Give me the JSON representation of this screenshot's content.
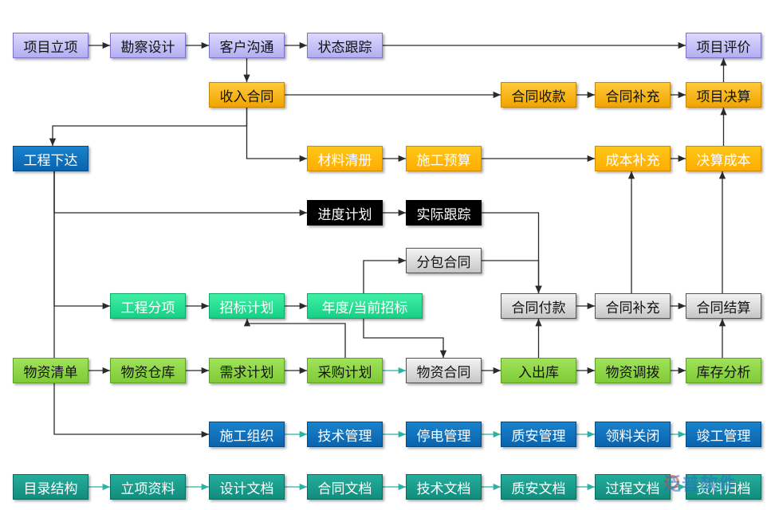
{
  "colors": {
    "lavender": "#c9c4fb",
    "orange": "#f6b400",
    "yellow": "#ffb300",
    "blue": "#0c6cb8",
    "black": "#000000",
    "gray": "#dcdcdc",
    "green": "#22e08f",
    "lime": "#8ed544",
    "teal": "#1a9c8c",
    "arrow_dark": "#2a2a2a",
    "arrow_teal": "#2ab3a3"
  },
  "nodes": [
    {
      "id": "n1",
      "label": "项目立项",
      "style": "lav"
    },
    {
      "id": "n2",
      "label": "勘察设计",
      "style": "lav"
    },
    {
      "id": "n3",
      "label": "客户沟通",
      "style": "lav"
    },
    {
      "id": "n4",
      "label": "状态跟踪",
      "style": "lav"
    },
    {
      "id": "n5",
      "label": "项目评价",
      "style": "lav"
    },
    {
      "id": "n6",
      "label": "收入合同",
      "style": "orange"
    },
    {
      "id": "n7",
      "label": "合同收款",
      "style": "orange"
    },
    {
      "id": "n8",
      "label": "合同补充",
      "style": "orange"
    },
    {
      "id": "n9",
      "label": "项目决算",
      "style": "orange"
    },
    {
      "id": "n10",
      "label": "工程下达",
      "style": "blue"
    },
    {
      "id": "n11",
      "label": "材料清册",
      "style": "yellow"
    },
    {
      "id": "n12",
      "label": "施工预算",
      "style": "yellow"
    },
    {
      "id": "n13",
      "label": "成本补充",
      "style": "yellow"
    },
    {
      "id": "n14",
      "label": "决算成本",
      "style": "yellow"
    },
    {
      "id": "n15",
      "label": "进度计划",
      "style": "black"
    },
    {
      "id": "n16",
      "label": "实际跟踪",
      "style": "black"
    },
    {
      "id": "n17",
      "label": "分包合同",
      "style": "gray"
    },
    {
      "id": "n18",
      "label": "工程分项",
      "style": "green"
    },
    {
      "id": "n19",
      "label": "招标计划",
      "style": "green"
    },
    {
      "id": "n20",
      "label": "年度/当前招标",
      "style": "green"
    },
    {
      "id": "n21",
      "label": "合同付款",
      "style": "gray"
    },
    {
      "id": "n22",
      "label": "合同补充",
      "style": "gray"
    },
    {
      "id": "n23",
      "label": "合同结算",
      "style": "gray"
    },
    {
      "id": "n24",
      "label": "物资清单",
      "style": "lime"
    },
    {
      "id": "n25",
      "label": "物资仓库",
      "style": "lime"
    },
    {
      "id": "n26",
      "label": "需求计划",
      "style": "lime"
    },
    {
      "id": "n27",
      "label": "采购计划",
      "style": "lime"
    },
    {
      "id": "n28",
      "label": "物资合同",
      "style": "gray"
    },
    {
      "id": "n29",
      "label": "入出库",
      "style": "lime"
    },
    {
      "id": "n30",
      "label": "物资调拨",
      "style": "lime"
    },
    {
      "id": "n31",
      "label": "库存分析",
      "style": "lime"
    },
    {
      "id": "n32",
      "label": "施工组织",
      "style": "blue"
    },
    {
      "id": "n33",
      "label": "技术管理",
      "style": "blue"
    },
    {
      "id": "n34",
      "label": "停电管理",
      "style": "blue"
    },
    {
      "id": "n35",
      "label": "质安管理",
      "style": "blue"
    },
    {
      "id": "n36",
      "label": "领料关闭",
      "style": "blue"
    },
    {
      "id": "n37",
      "label": "竣工管理",
      "style": "blue"
    },
    {
      "id": "n38",
      "label": "目录结构",
      "style": "teal"
    },
    {
      "id": "n39",
      "label": "立项资料",
      "style": "teal"
    },
    {
      "id": "n40",
      "label": "设计文档",
      "style": "teal"
    },
    {
      "id": "n41",
      "label": "合同文档",
      "style": "teal"
    },
    {
      "id": "n42",
      "label": "技术文档",
      "style": "teal"
    },
    {
      "id": "n43",
      "label": "质安文档",
      "style": "teal"
    },
    {
      "id": "n44",
      "label": "过程文档",
      "style": "teal"
    },
    {
      "id": "n45",
      "label": "资料归档",
      "style": "teal"
    }
  ],
  "edges": [
    {
      "from": "n1",
      "to": "n2"
    },
    {
      "from": "n2",
      "to": "n3"
    },
    {
      "from": "n3",
      "to": "n4"
    },
    {
      "from": "n4",
      "to": "n5"
    },
    {
      "from": "n3",
      "to": "n6"
    },
    {
      "from": "n6",
      "to": "n7"
    },
    {
      "from": "n7",
      "to": "n8"
    },
    {
      "from": "n8",
      "to": "n9"
    },
    {
      "from": "n9",
      "to": "n5"
    },
    {
      "from": "n6",
      "to": "n10"
    },
    {
      "from": "n6",
      "to": "n11"
    },
    {
      "from": "n11",
      "to": "n12"
    },
    {
      "from": "n12",
      "to": "n13"
    },
    {
      "from": "n13",
      "to": "n14"
    },
    {
      "from": "n14",
      "to": "n9"
    },
    {
      "from": "n10",
      "to": "n15"
    },
    {
      "from": "n15",
      "to": "n16"
    },
    {
      "from": "n16",
      "to": "n21"
    },
    {
      "from": "n20",
      "to": "n17"
    },
    {
      "from": "n17",
      "to": "n21"
    },
    {
      "from": "n10",
      "to": "n18"
    },
    {
      "from": "n18",
      "to": "n19"
    },
    {
      "from": "n19",
      "to": "n20"
    },
    {
      "from": "n21",
      "to": "n22"
    },
    {
      "from": "n22",
      "to": "n23"
    },
    {
      "from": "n22",
      "to": "n13"
    },
    {
      "from": "n23",
      "to": "n14"
    },
    {
      "from": "n24",
      "to": "n25"
    },
    {
      "from": "n25",
      "to": "n26"
    },
    {
      "from": "n26",
      "to": "n27"
    },
    {
      "from": "n27",
      "to": "n28"
    },
    {
      "from": "n28",
      "to": "n29"
    },
    {
      "from": "n29",
      "to": "n30"
    },
    {
      "from": "n30",
      "to": "n31"
    },
    {
      "from": "n27",
      "to": "n19"
    },
    {
      "from": "n20",
      "to": "n28"
    },
    {
      "from": "n29",
      "to": "n21"
    },
    {
      "from": "n31",
      "to": "n23"
    },
    {
      "from": "n10",
      "to": "n32"
    },
    {
      "from": "n32",
      "to": "n33"
    },
    {
      "from": "n33",
      "to": "n34"
    },
    {
      "from": "n34",
      "to": "n35"
    },
    {
      "from": "n35",
      "to": "n36"
    },
    {
      "from": "n36",
      "to": "n37"
    },
    {
      "from": "n38",
      "to": "n39"
    },
    {
      "from": "n39",
      "to": "n40"
    },
    {
      "from": "n40",
      "to": "n41"
    },
    {
      "from": "n41",
      "to": "n42"
    },
    {
      "from": "n42",
      "to": "n43"
    },
    {
      "from": "n43",
      "to": "n44"
    },
    {
      "from": "n44",
      "to": "n45"
    }
  ],
  "watermark": "泛普软件"
}
